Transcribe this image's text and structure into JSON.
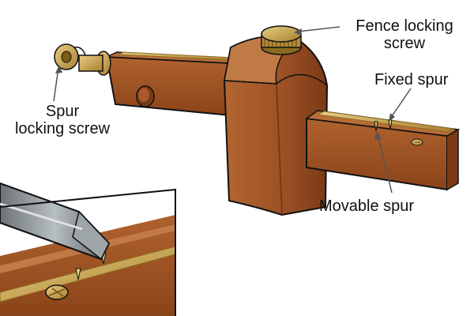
{
  "labels": {
    "fence_locking_screw": {
      "line1": "Fence locking",
      "line2": "screw"
    },
    "fixed_spur": "Fixed spur",
    "spur_locking_screw": {
      "line1": "Spur",
      "line2": "locking screw"
    },
    "movable_spur": "Movable spur"
  },
  "colors": {
    "wood_light": "#A85A2A",
    "wood_mid": "#8F4A20",
    "wood_dark": "#6E3414",
    "brass": "#C9A24A",
    "brass_dark": "#8C6A22",
    "steel": "#8E9599",
    "outline": "#111111",
    "leader": "#555555"
  },
  "icons": {
    "fence_screw": "knurled-brass-knob-icon",
    "spur_screw": "brass-thumb-screw-icon"
  }
}
